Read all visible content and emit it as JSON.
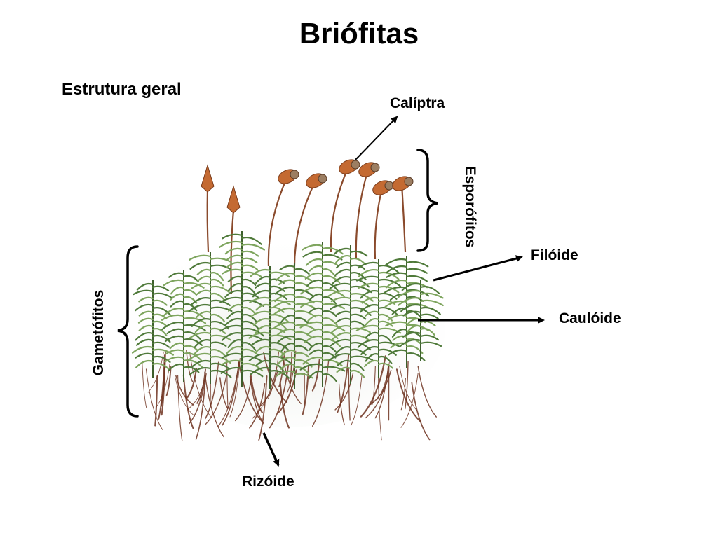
{
  "slide": {
    "title": "Briófitas",
    "subtitle": "Estrutura geral"
  },
  "labels": {
    "caliptra": "Calíptra",
    "esporofitos": "Esporófitos",
    "filoide": "Filóide",
    "cauloide": "Caulóide",
    "gametofitos": "Gametófitos",
    "rizoide": "Rizóide"
  },
  "colors": {
    "leaf_green": "#4f7a3a",
    "leaf_light": "#7ea55e",
    "stem_brown": "#8a4a2c",
    "capsule_orange": "#c46a32",
    "rhizoid_brown": "#6e3320"
  }
}
